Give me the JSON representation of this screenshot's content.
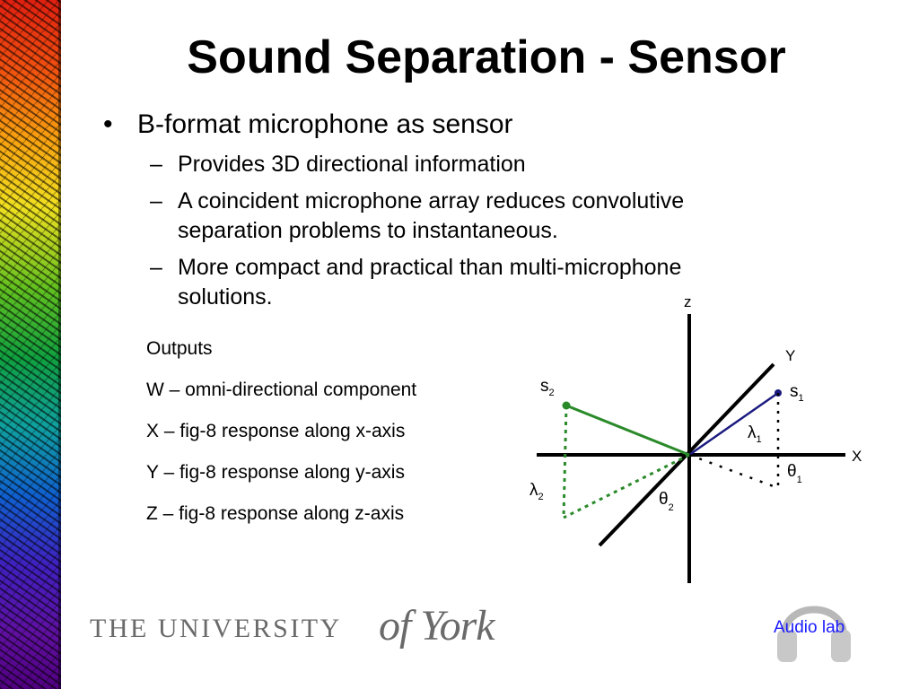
{
  "slide": {
    "title": "Sound Separation - Sensor",
    "bullet": {
      "marker": "•",
      "text": "B-format microphone as sensor"
    },
    "sub_bullets": [
      {
        "marker": "–",
        "text": "Provides 3D directional information"
      },
      {
        "marker": "–",
        "text": "A coincident microphone array reduces convolutive separation problems to instantaneous."
      },
      {
        "marker": "–",
        "text": "More compact and practical than multi-microphone solutions."
      }
    ],
    "outputs": [
      "Outputs",
      "W – omni-directional component",
      "X – fig-8 response along x-axis",
      "Y – fig-8 response along y-axis",
      "Z – fig-8 response along z-axis"
    ]
  },
  "diagram": {
    "axis_z": "z",
    "axis_y": "Y",
    "axis_x": "X",
    "s1": {
      "letter": "s",
      "sub": "1"
    },
    "s2": {
      "letter": "s",
      "sub": "2"
    },
    "lambda1": {
      "letter": "λ",
      "sub": "1"
    },
    "lambda2": {
      "letter": "λ",
      "sub": "2"
    },
    "theta1": {
      "letter": "θ",
      "sub": "1"
    },
    "theta2": {
      "letter": "θ",
      "sub": "2"
    },
    "colors": {
      "axes": "#000000",
      "s1": "#1a1a80",
      "s2": "#2a8a2a"
    }
  },
  "footer": {
    "university_caps": "THE UNIVERSITY",
    "university_script": "of York",
    "lab_label": "Audio lab"
  }
}
